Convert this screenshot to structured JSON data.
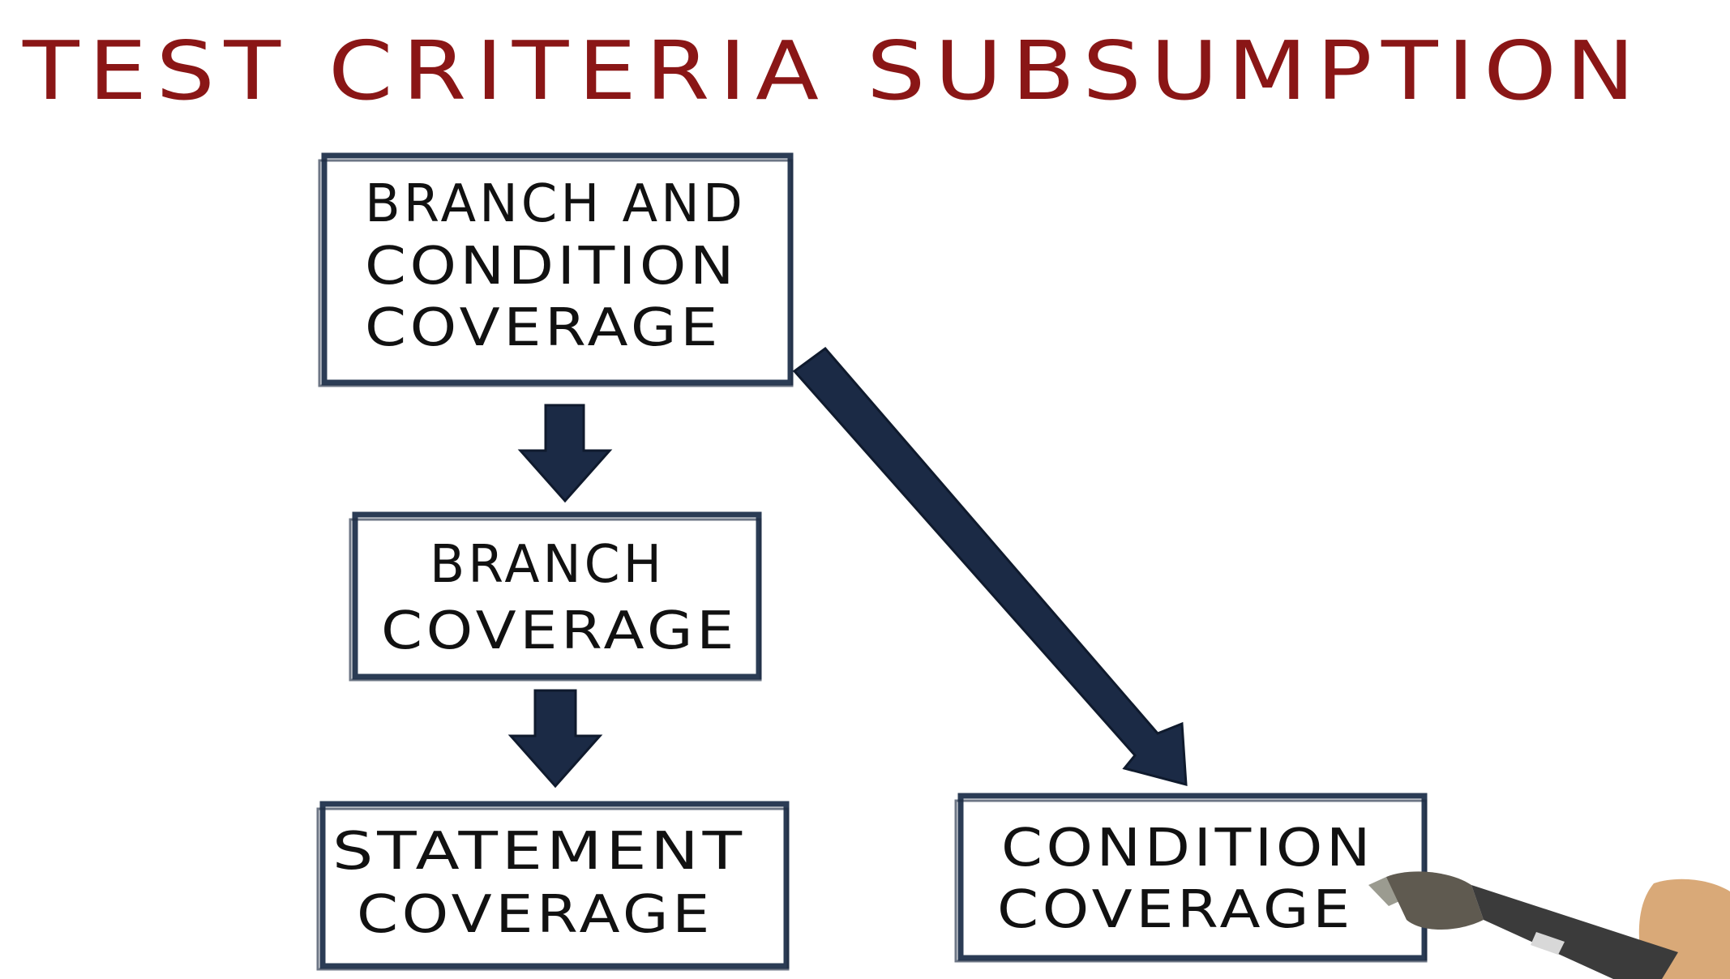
{
  "title": "TEST CRITERIA SUBSUMPTION",
  "nodes": {
    "branch_and_condition": {
      "lines": [
        "BRANCH AND",
        "CONDITION",
        "COVERAGE"
      ]
    },
    "branch": {
      "lines": [
        "BRANCH",
        "COVERAGE"
      ]
    },
    "statement": {
      "lines": [
        "STATEMENT",
        "COVERAGE"
      ]
    },
    "condition": {
      "lines": [
        "CONDITION",
        "COVERAGE"
      ]
    }
  },
  "colors": {
    "title": "#8a1616",
    "ink": "#1b2a45",
    "text": "#111111"
  },
  "icons": {
    "pen": "stylus-pen-icon",
    "hand": "hand-icon"
  }
}
